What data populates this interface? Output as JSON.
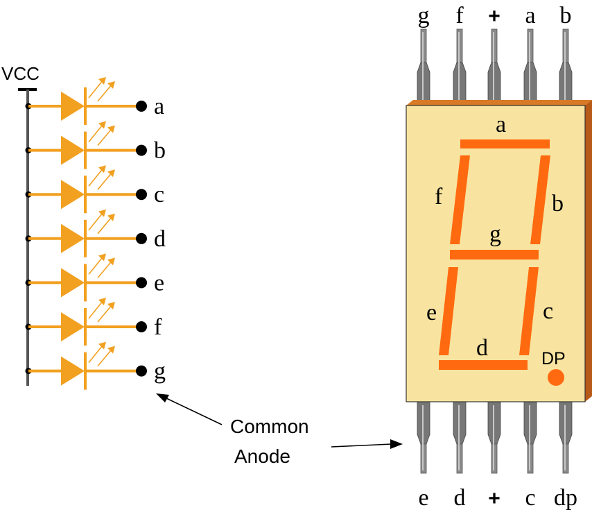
{
  "colors": {
    "led_orange": "#F2A020",
    "segment_orange": "#FF6A10",
    "body_fill": "#F8E4A0",
    "body_side": "#C86A1E",
    "pin_gray": "#808080",
    "ink": "#000000"
  },
  "schematic": {
    "vcc_label": "VCC",
    "segments": [
      "a",
      "b",
      "c",
      "d",
      "e",
      "f",
      "g"
    ]
  },
  "callout": {
    "line1": "Common",
    "line2": "Anode"
  },
  "display": {
    "top_pins": [
      "g",
      "f",
      "+",
      "a",
      "b"
    ],
    "bottom_pins": [
      "e",
      "d",
      "+",
      "c",
      "dp"
    ],
    "segment_labels": {
      "a": "a",
      "b": "b",
      "c": "c",
      "d": "d",
      "e": "e",
      "f": "f",
      "g": "g"
    },
    "dp_label": "DP"
  }
}
